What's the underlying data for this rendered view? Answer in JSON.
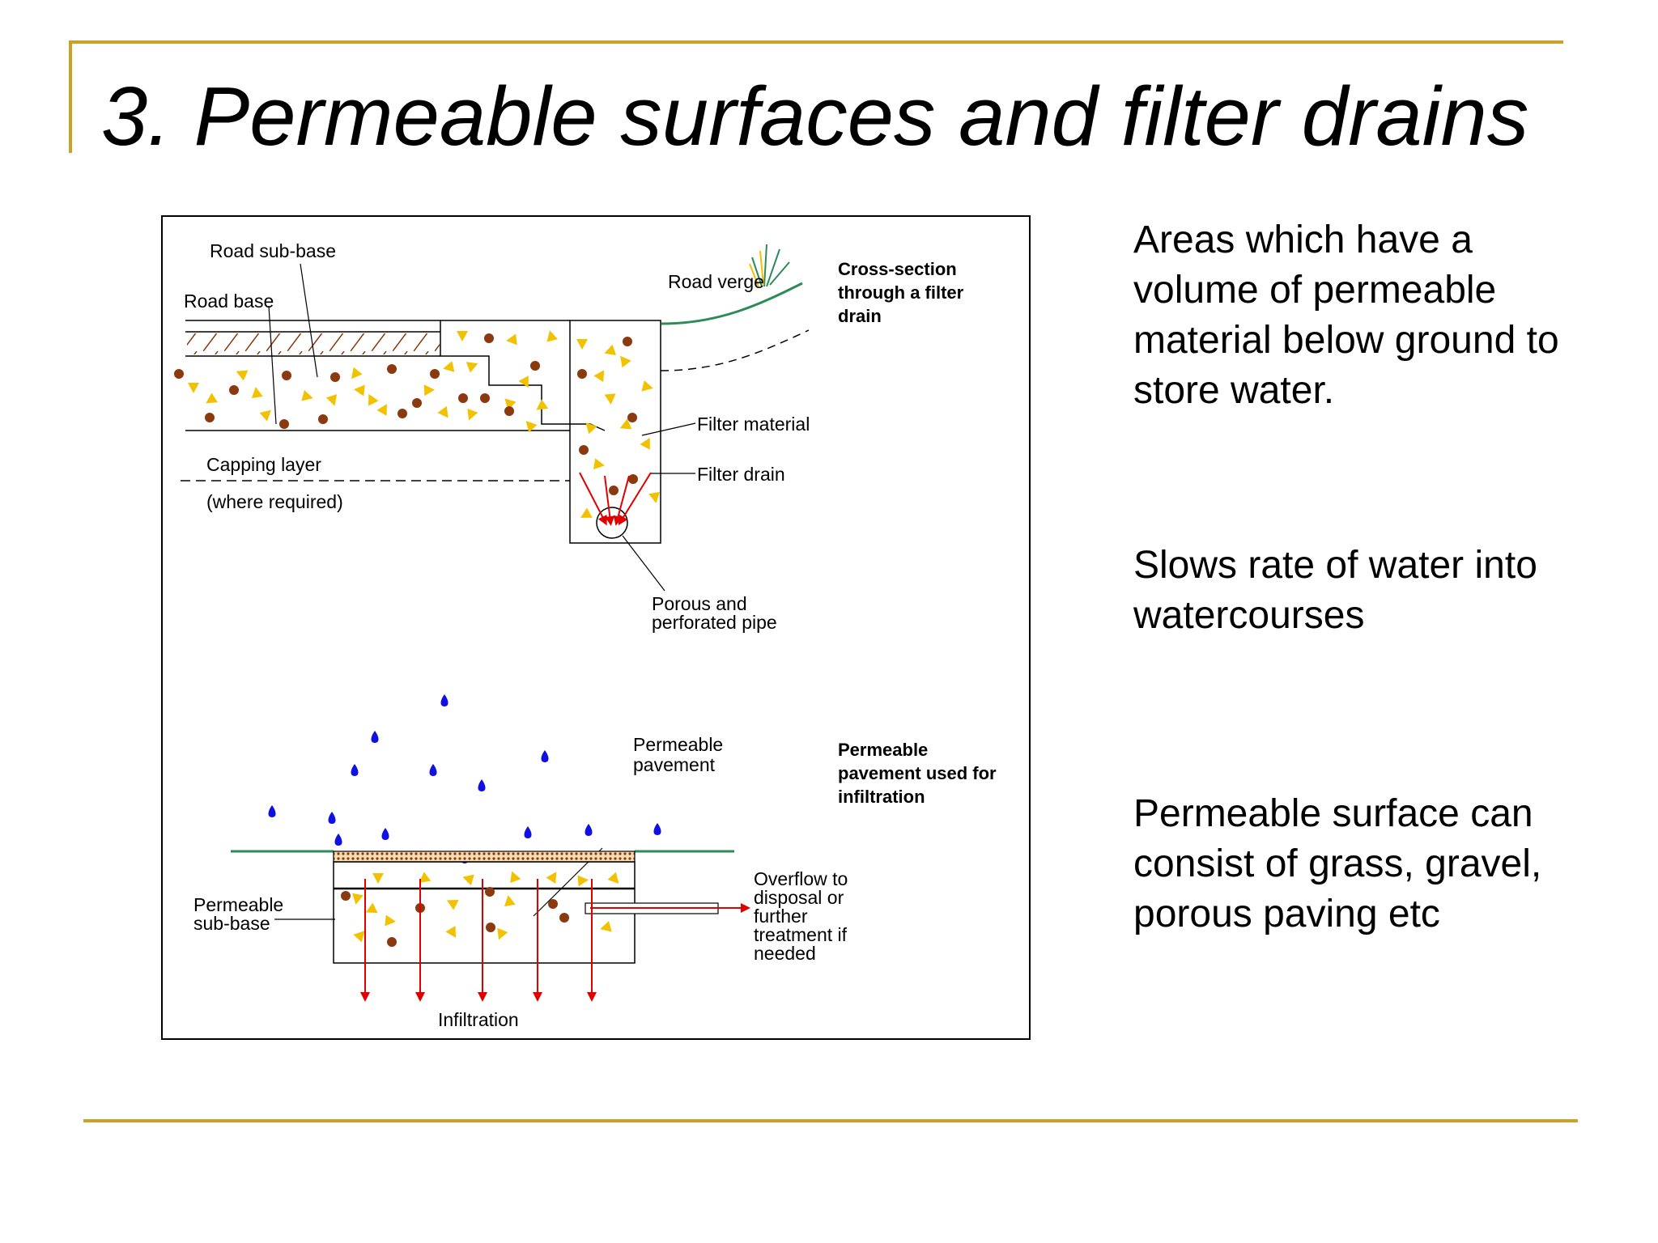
{
  "slide": {
    "title": "3. Permeable surfaces and filter drains",
    "accent_color": "#C9A227"
  },
  "diagram": {
    "filter_drain": {
      "heading": [
        "Cross-section",
        "through a filter",
        "drain"
      ],
      "labels": {
        "road_sub_base": "Road sub-base",
        "road_base": "Road base",
        "road_verge": "Road verge",
        "capping_layer": "Capping layer",
        "where_required": "(where required)",
        "filter_material": "Filter material",
        "filter_drain": "Filter drain",
        "porous_pipe": [
          "Porous and",
          "perforated pipe"
        ]
      }
    },
    "permeable_pavement": {
      "heading": [
        "Permeable",
        "pavement used for",
        "infiltration"
      ],
      "labels": {
        "permeable_pavement": [
          "Permeable",
          "pavement"
        ],
        "permeable_sub_base": [
          "Permeable",
          "sub-base"
        ],
        "overflow": [
          "Overflow to",
          "disposal or",
          "further",
          "treatment if",
          "needed"
        ],
        "infiltration": "Infiltration"
      }
    },
    "colors": {
      "gravel_brown": "#8B3A0F",
      "gravel_yellow": "#F2C200",
      "rain_blue": "#1010E0",
      "flow_red": "#E00000",
      "ground_green": "#2E8B57"
    }
  },
  "bullets": [
    "Areas which have a volume of permeable material below ground to store water.",
    "Slows rate of water into watercourses",
    "Permeable surface can consist of grass, gravel, porous paving etc"
  ]
}
